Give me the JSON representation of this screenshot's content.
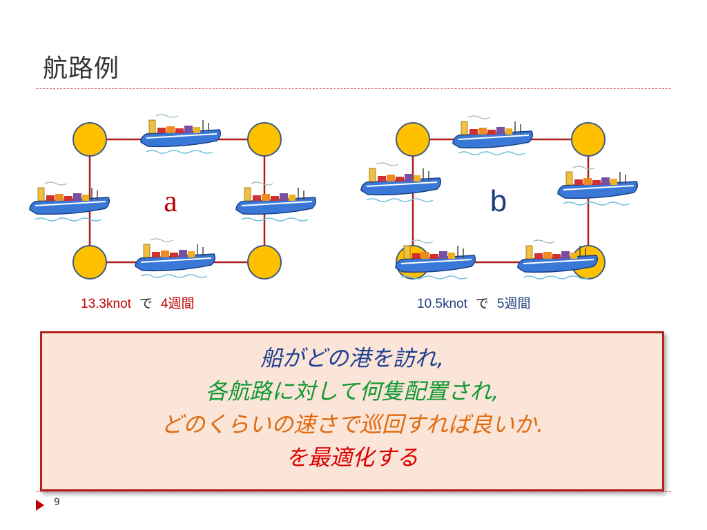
{
  "title": "航路例",
  "diagram": {
    "label_a": "a",
    "label_b": "b",
    "colors": {
      "port": "#ffc000",
      "route": "#b01c1c",
      "hull": "#3a78d8",
      "label_a": "#c00000",
      "label_b": "#1f3f7f"
    }
  },
  "caption_a": {
    "speed": "13.3knot",
    "de": "で",
    "weeks": "4週間"
  },
  "caption_b": {
    "speed": "10.5knot",
    "de": "で",
    "weeks": "5週間"
  },
  "callout": {
    "line1": "船がどの港を訪れ,",
    "line2": "各航路に対して何隻配置され,",
    "line3": "どのくらいの速さで巡回すれば良いか.",
    "line4": "を最適化する"
  },
  "footer": {
    "slide_number": "9"
  }
}
